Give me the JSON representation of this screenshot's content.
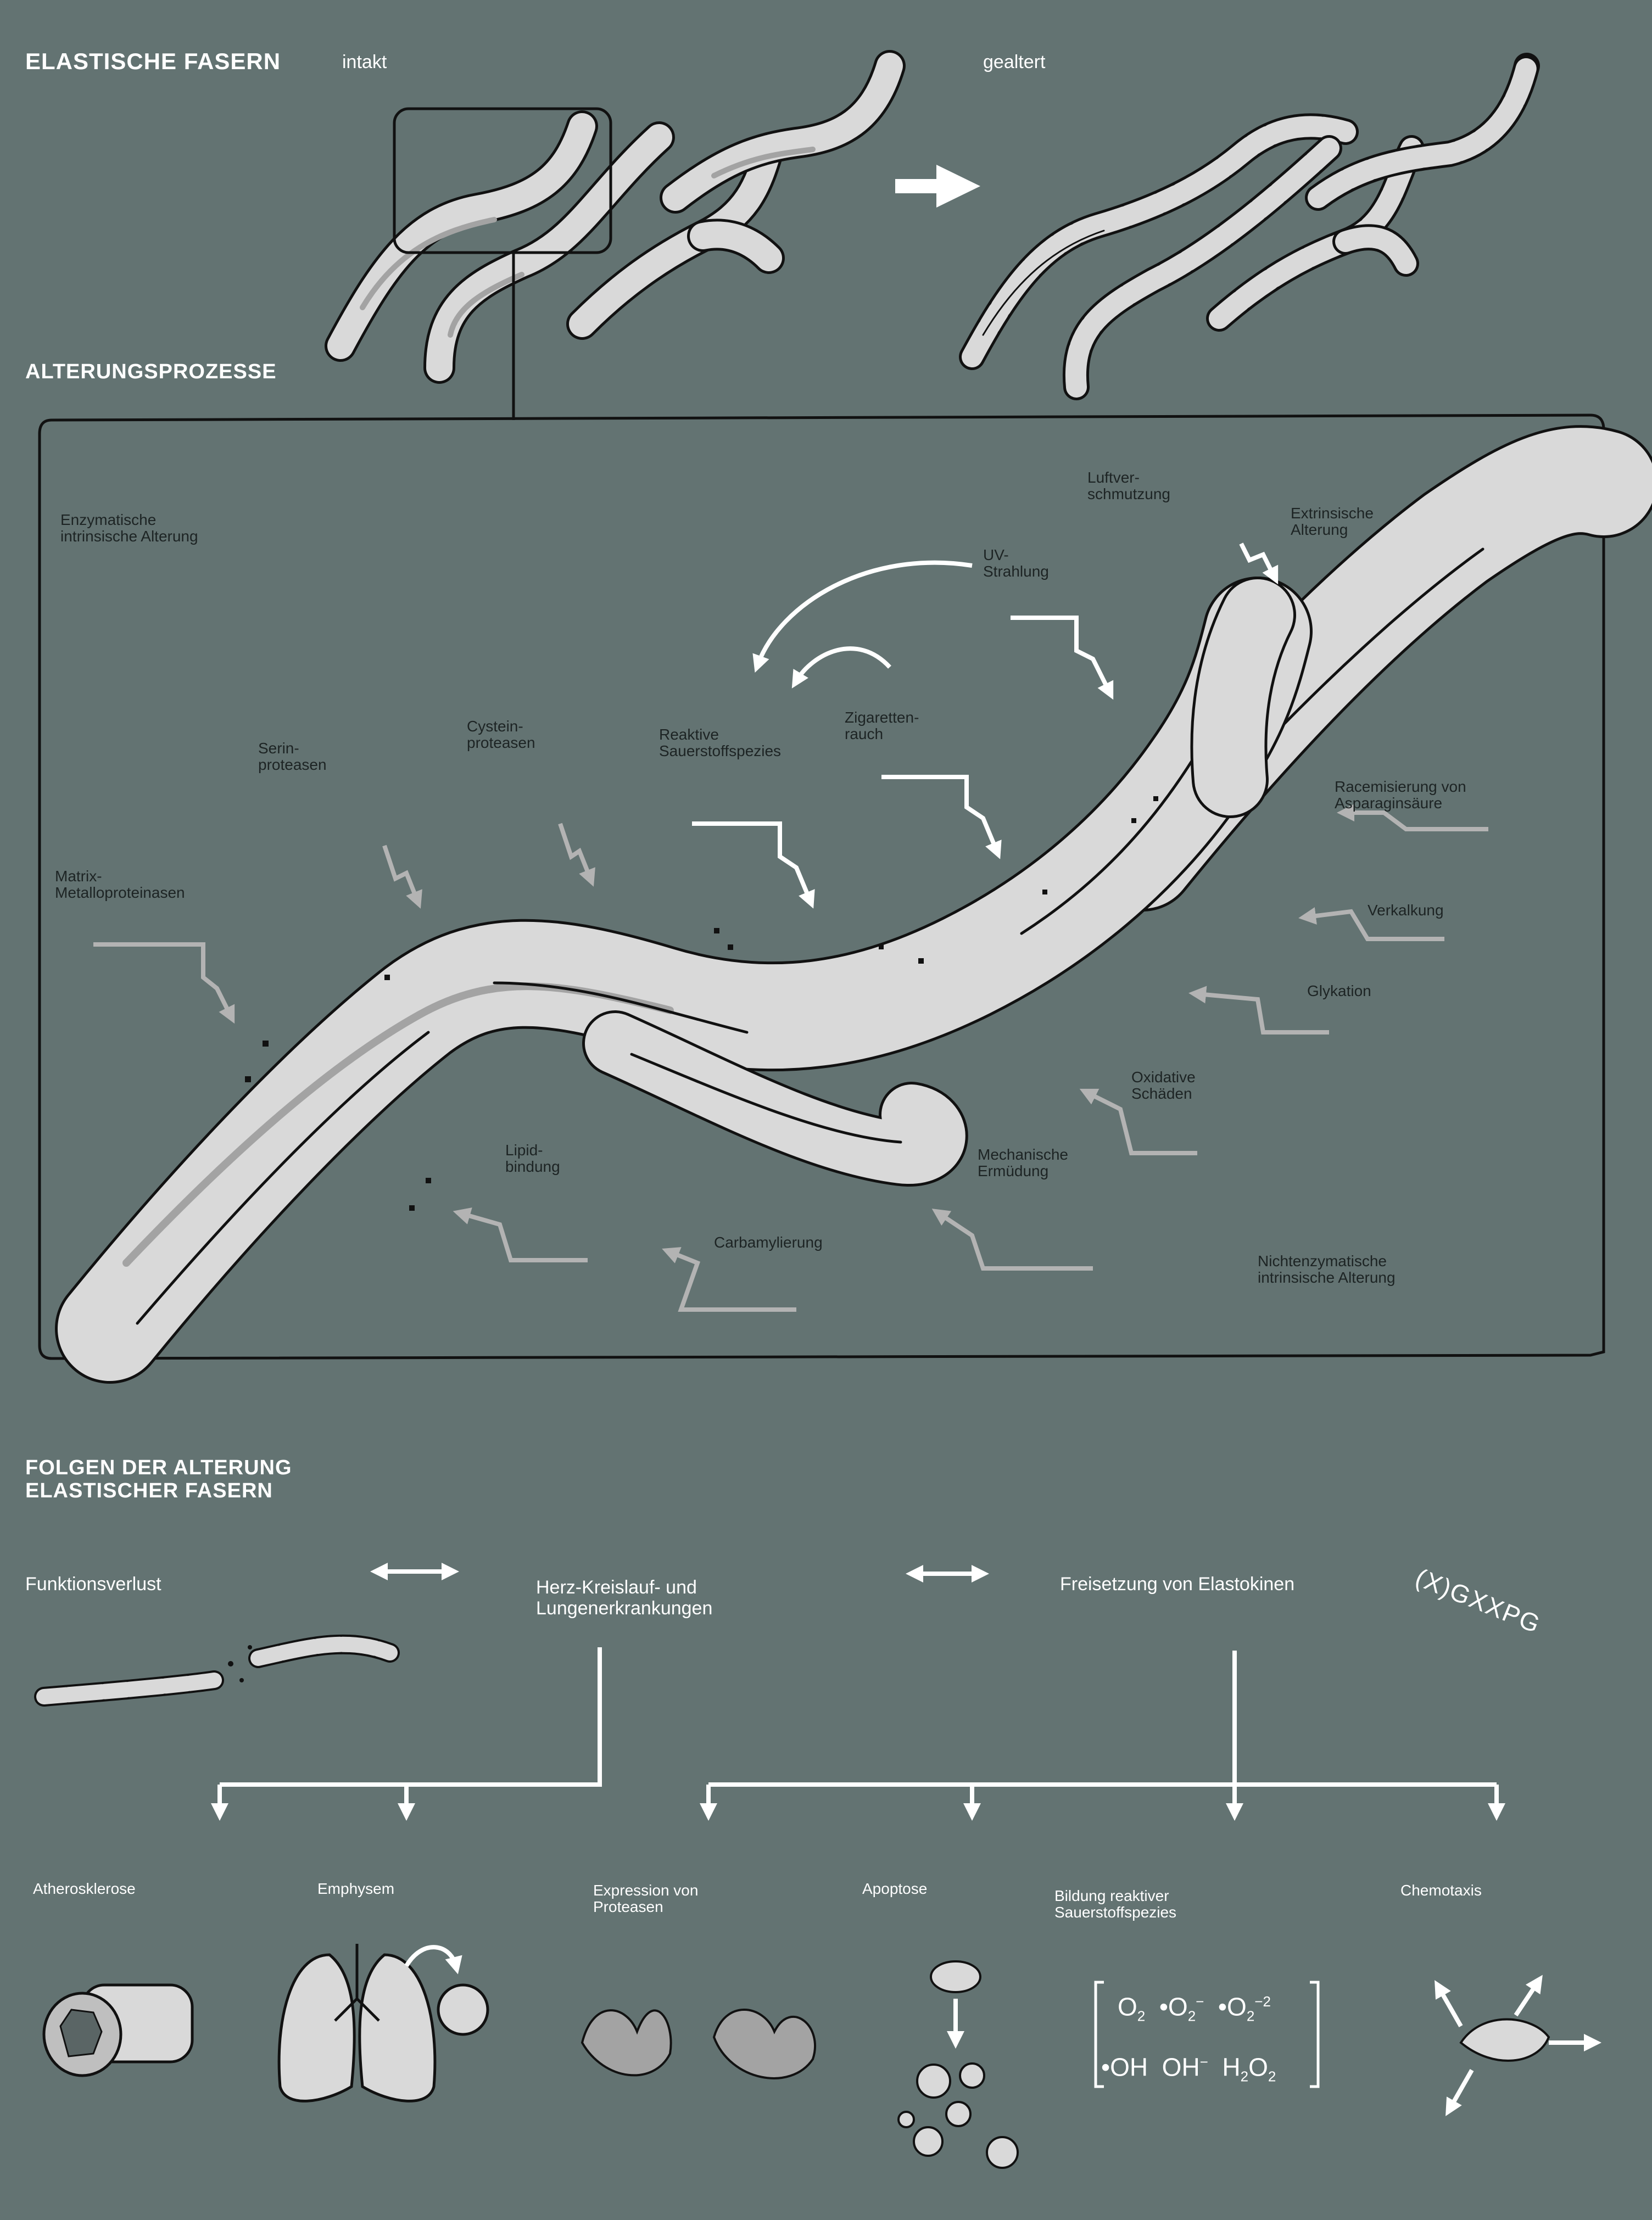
{
  "top": {
    "title": "ELASTISCHE FASERN",
    "label_intact": "intakt",
    "label_aged": "gealtert"
  },
  "processes": {
    "title": "ALTERUNGSPROZESSE",
    "enzymatic": "Enzymatische\nintrinsische Alterung",
    "extrinsic": "Extrinsische\nAlterung",
    "nonenzymatic": "Nichtenzymatische\nintrinsische Alterung",
    "air_pollution": "Luftver-\nschmutzung",
    "uv": "UV-\nStrahlung",
    "ros": "Reaktive\nSauerstoffspezies",
    "smoke": "Zigaretten-\nrauch",
    "serine": "Serin-\nproteasen",
    "cysteine": "Cystein-\nproteasen",
    "mmp": "Matrix-\nMetalloproteinasen",
    "racemization": "Racemisierung von\nAsparaginsäure",
    "calcification": "Verkalkung",
    "glycation": "Glykation",
    "oxidative": "Oxidative\nSchäden",
    "mechanical": "Mechanische\nErmüdung",
    "lipid": "Lipid-\nbindung",
    "carbamylation": "Carbamylierung"
  },
  "consequences": {
    "title": "FOLGEN DER ALTERUNG\nELASTISCHER FASERN",
    "loss": "Funktionsverlust",
    "cardio": "Herz-Kreislauf- und\nLungenerkrankungen",
    "elastokines": "Freisetzung von Elastokinen",
    "sequence": "(X)GXXPG",
    "outcomes": {
      "atherosclerosis": "Atherosklerose",
      "emphysema": "Emphysem",
      "proteases": "Expression von\nProteasen",
      "apoptosis": "Apoptose",
      "ros_formation": "Bildung reaktiver\nSauerstoffspezies",
      "chemotaxis": "Chemotaxis"
    },
    "ros_species": {
      "o2": "O",
      "o2_sub": "2",
      "sup_o2": "•O",
      "sup_o2_sub": "2",
      "sup_o2_sup": "−",
      "per_o2": "•O",
      "per_o2_sub": "2",
      "per_o2_sup": "−2",
      "oh_radical": "•OH",
      "hydroxide": "OH",
      "hydroxide_sup": "−",
      "h2o2_a": "H",
      "h2o2_sub1": "2",
      "h2o2_b": "O",
      "h2o2_sub2": "2"
    }
  },
  "colors": {
    "background": "#637372",
    "fiber_fill": "#d9d9d9",
    "fiber_shadow": "#a3a3a3",
    "outline": "#111111",
    "arrow_gray": "#b3b3b3",
    "text_dark": "#1d2424",
    "text_light": "#ffffff"
  }
}
